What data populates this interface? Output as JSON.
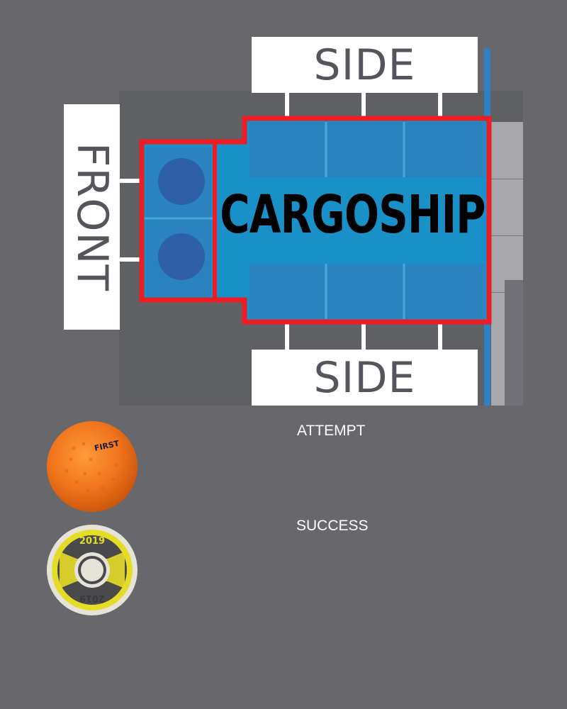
{
  "field": {
    "side_top_label": "SIDE",
    "side_bottom_label": "SIDE",
    "front_label": "FRONT",
    "ship_word_1": "CARGO",
    "ship_word_2": "SHIP"
  },
  "legend": {
    "attempt_label": "ATTEMPT",
    "success_label": "SUCCESS",
    "cargo_icon": "cargo-ball-icon",
    "cargo_icon_text": "FIRST",
    "panel_icon": "hatch-panel-icon",
    "panel_icon_text": "2019"
  },
  "colors": {
    "background": "#67676c",
    "ship_blue": "#1592ce",
    "ship_outline": "#ee1c24",
    "label_box": "#ffffff",
    "label_text": "#55565b",
    "cargo_orange": "#f0731c",
    "panel_yellow": "#e5dc28"
  }
}
